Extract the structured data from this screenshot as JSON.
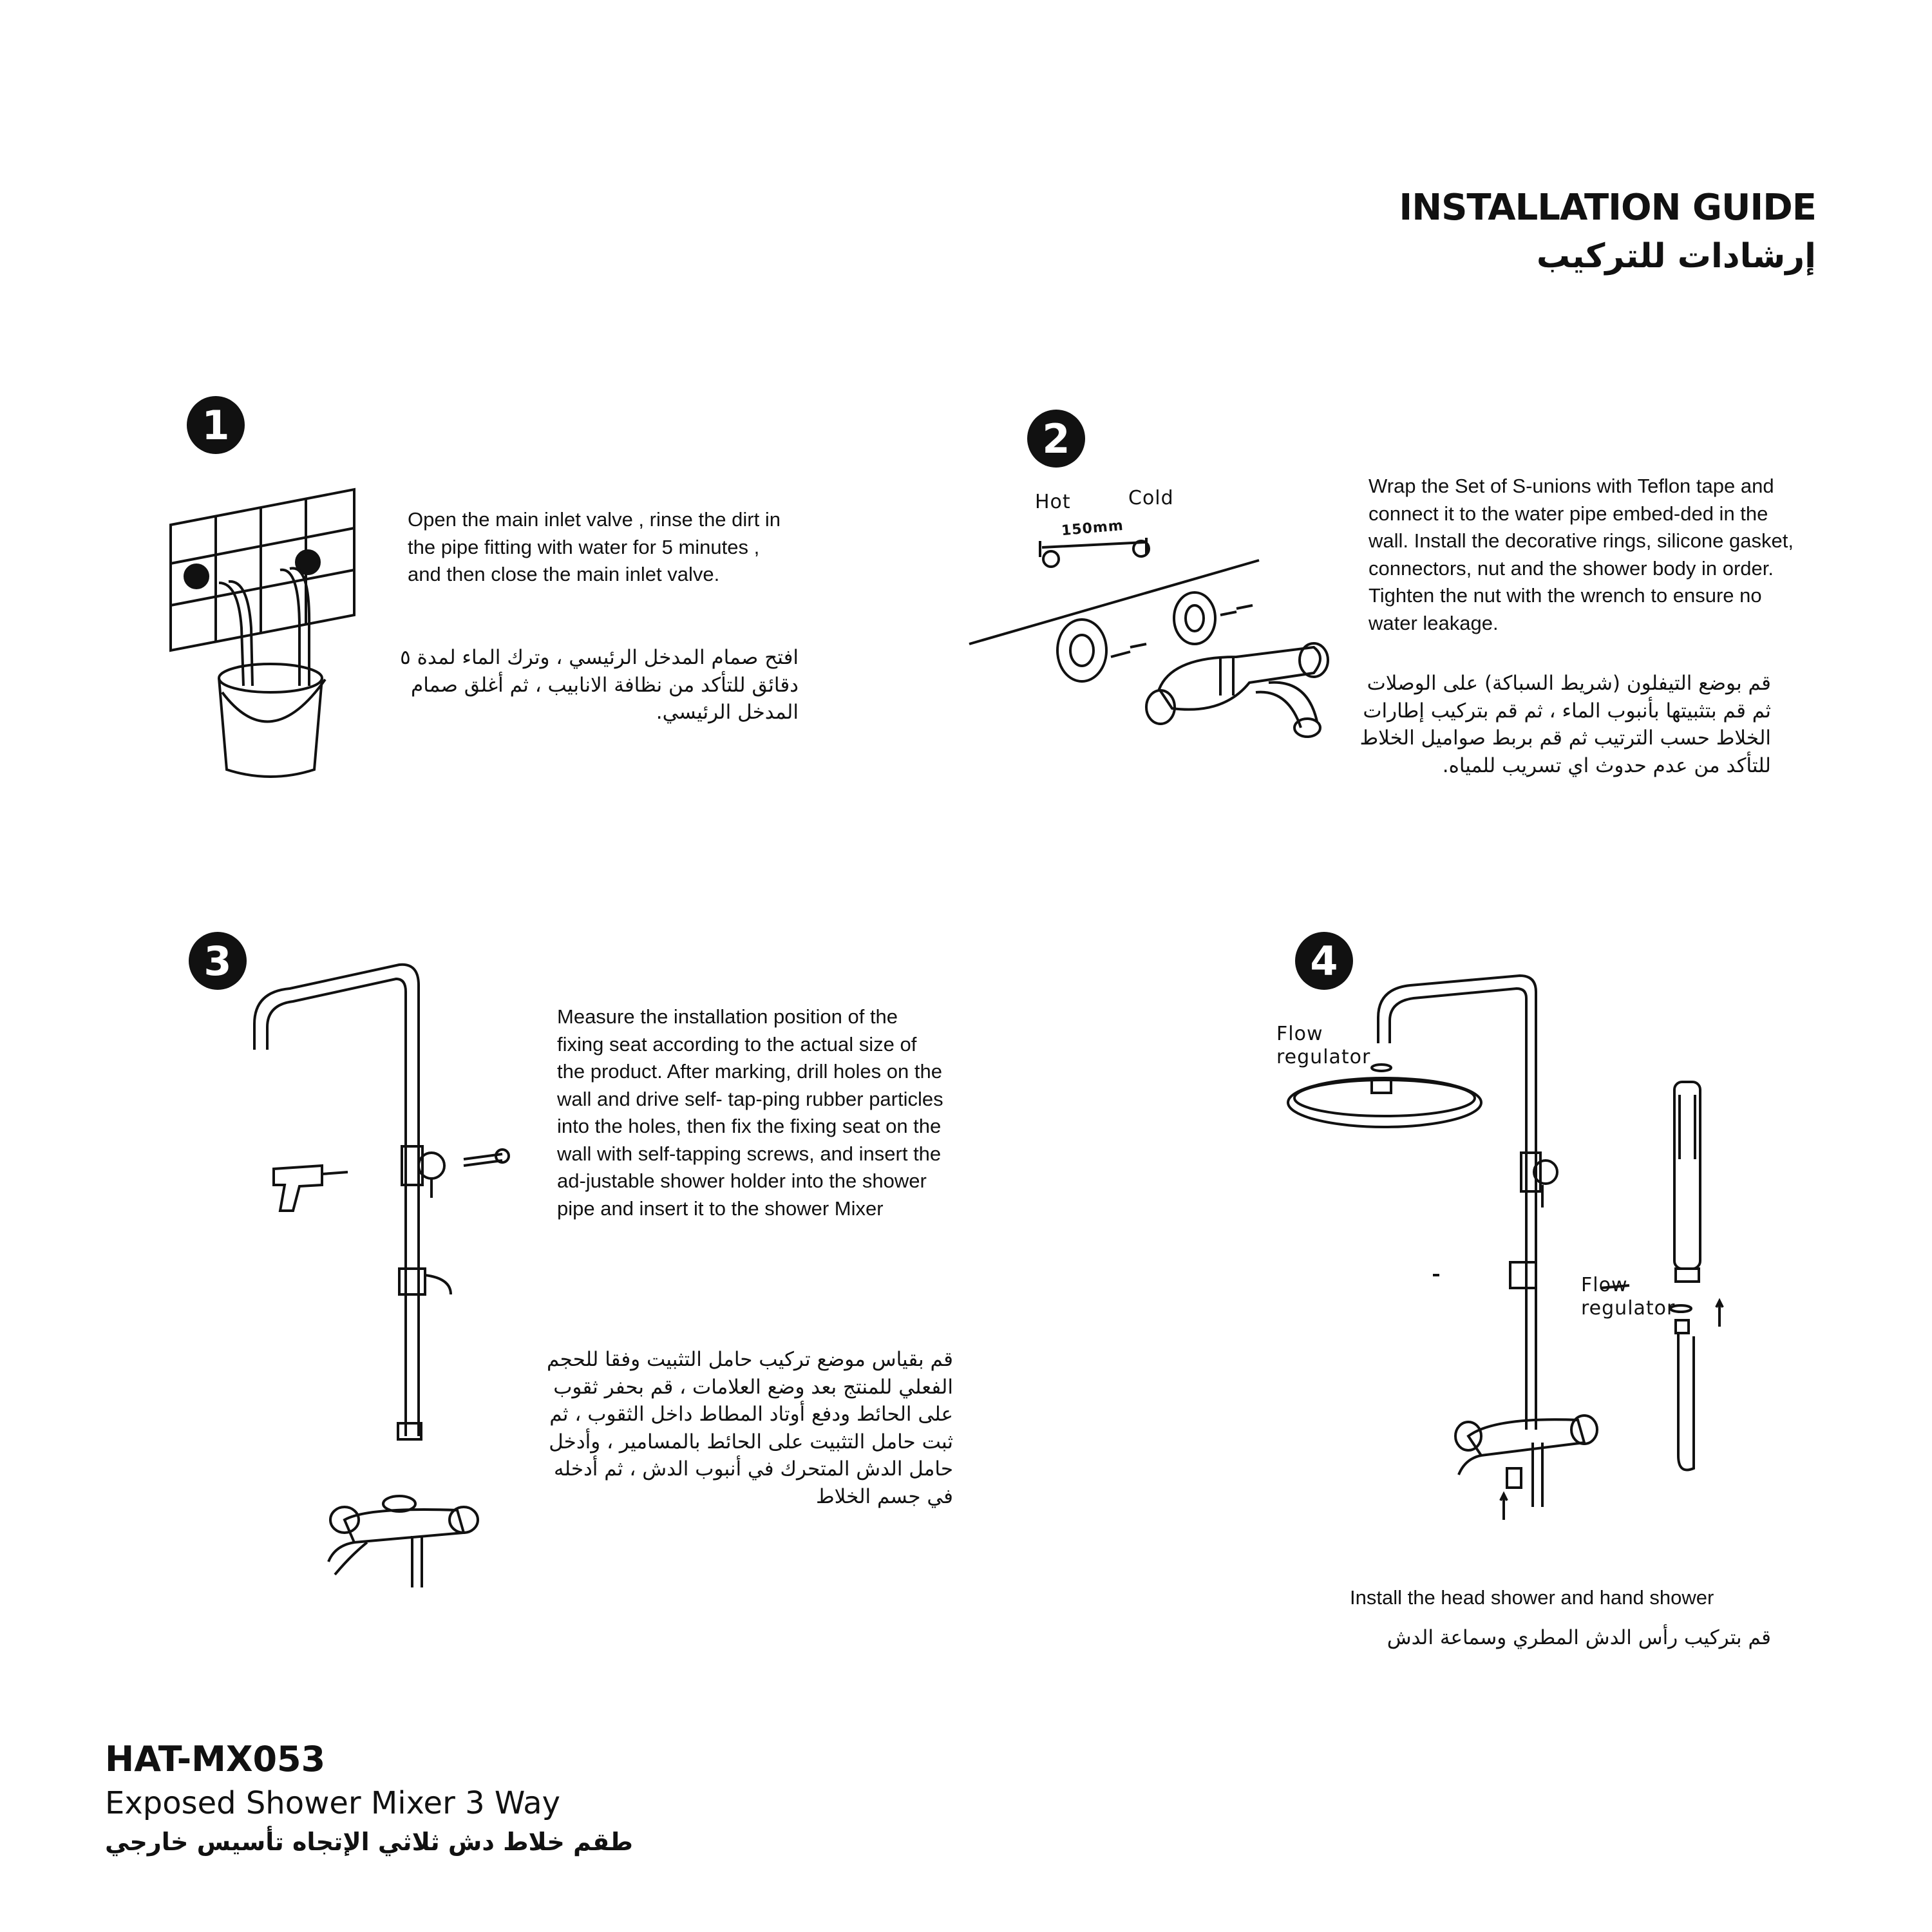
{
  "header": {
    "title": "INSTALLATION GUIDE",
    "title_ar": "إرشادات للتركيب"
  },
  "steps": [
    {
      "number": "1",
      "text": "Open the main inlet valve , rinse the dirt in the pipe fitting with water for 5 minutes , and then close the main inlet valve.",
      "text_ar": "افتح صمام المدخل الرئيسي ، وترك الماء لمدة ٥ دقائق للتأكد من نظافة الانابيب ، ثم أغلق صمام المدخل الرئيسي."
    },
    {
      "number": "2",
      "text": "Wrap the Set of S-unions with Teflon tape and connect it to the water pipe embed-ded in the wall. Install the decorative rings, silicone gasket, connectors, nut and the shower body in order. Tighten the nut with the wrench to ensure no water leakage.",
      "text_ar": "قم بوضع التيفلون (شريط السباكة) على الوصلات ثم قم بتثبيتها بأنبوب الماء ، ثم قم بتركيب إطارات الخلاط حسب الترتيب ثم قم بربط صواميل الخلاط للتأكد من عدم حدوث اي تسريب للمياه.",
      "labels": {
        "hot": "Hot",
        "cold": "Cold",
        "distance": "150mm"
      }
    },
    {
      "number": "3",
      "text": "Measure the installation position of the fixing seat according to the actual size of the product. After marking, drill holes on the wall and drive self- tap-ping rubber particles into the holes, then fix the fixing seat on the wall with self-tapping screws, and insert the ad-justable shower holder into the shower pipe and insert it to the shower Mixer",
      "text_ar": "قم بقياس موضع تركيب حامل التثبيت وفقا للحجم الفعلي للمنتج بعد وضع العلامات ، قم بحفر ثقوب على الحائط ودفع أوتاد المطاط داخل الثقوب ، ثم ثبت حامل التثبيت على الحائط بالمسامير ، وأدخل حامل الدش المتحرك في أنبوب الدش ، ثم أدخله في جسم الخلاط"
    },
    {
      "number": "4",
      "text": "Install the head shower and hand shower",
      "text_ar": "قم بتركيب رأس الدش المطري وسماعة الدش",
      "labels": {
        "flow_regulator_top": "Flow regulator",
        "flow_regulator_bottom": "Flow regulator"
      }
    }
  ],
  "footer": {
    "model": "HAT-MX053",
    "product": "Exposed Shower Mixer 3 Way",
    "product_ar": "طقم خلاط دش ثلاثي الإتجاه تأسيس خارجي"
  }
}
